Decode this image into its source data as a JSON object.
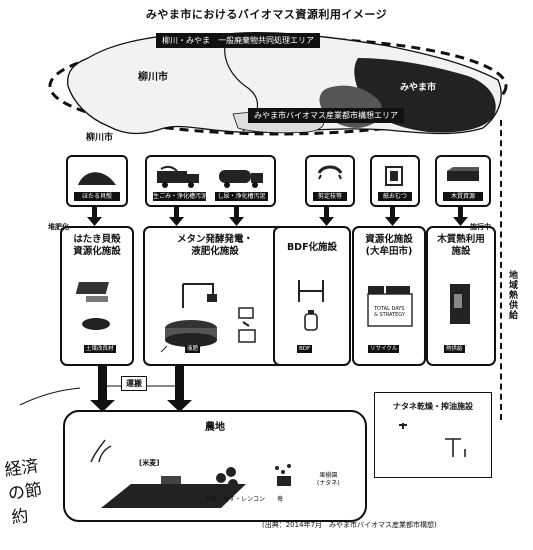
{
  "title": "みやま市におけるバイオマス資源利用イメージ",
  "map": {
    "band_top": "柳川・みやま　一般廃棄物共同処理エリア",
    "label_yanagawa": "柳川市",
    "label_miyama": "みやま市",
    "band_bottom": "みやま市バイオマス産業都市構想エリア",
    "label_yanagawa_lower": "柳川市"
  },
  "sources": [
    {
      "label": "ほたる貝殻"
    },
    {
      "label": "生ごみ・浄化槽汚泥"
    },
    {
      "label": "し尿・浄化槽汚泥"
    },
    {
      "label": "剪定枝等"
    },
    {
      "label": "紙おむつ"
    },
    {
      "label": "木質資源"
    }
  ],
  "facilities": [
    {
      "title_l1": "はたき貝殻",
      "title_l2": "資源化施設",
      "tag": "土壌改良材"
    },
    {
      "title_l1": "メタン発酵発電・",
      "title_l2": "液肥化施設",
      "tag": "液肥"
    },
    {
      "title_l1": "BDF化施設",
      "title_l2": "",
      "tag": "BDF"
    },
    {
      "title_l1": "資源化施設",
      "title_l2": "(大牟田市)",
      "tag": "リサイクル"
    },
    {
      "title_l1": "木質熱利用",
      "title_l2": "施設",
      "tag": "熱供給"
    }
  ],
  "annotations": {
    "left_note": "堆肥化",
    "right_note": "施行中",
    "transport": "運搬",
    "local_heat": "地域熱供給",
    "recycle_label": "TOTAL DAYS",
    "recycle_sub": "& STRATEGY"
  },
  "farm": {
    "title": "農地",
    "crop_label": "[米麦]",
    "veg_label": "高菜・なす・レンコン",
    "fruit_label": "苺",
    "tea_label": "果樹園",
    "tea_sub": "(ナタネ)"
  },
  "rapeseed": {
    "title": "ナタネ乾燥・搾油施設"
  },
  "source_note": "(出典：2014年7月　みやま市バイオマス産業都市構想)",
  "handwriting": "経済の節約"
}
